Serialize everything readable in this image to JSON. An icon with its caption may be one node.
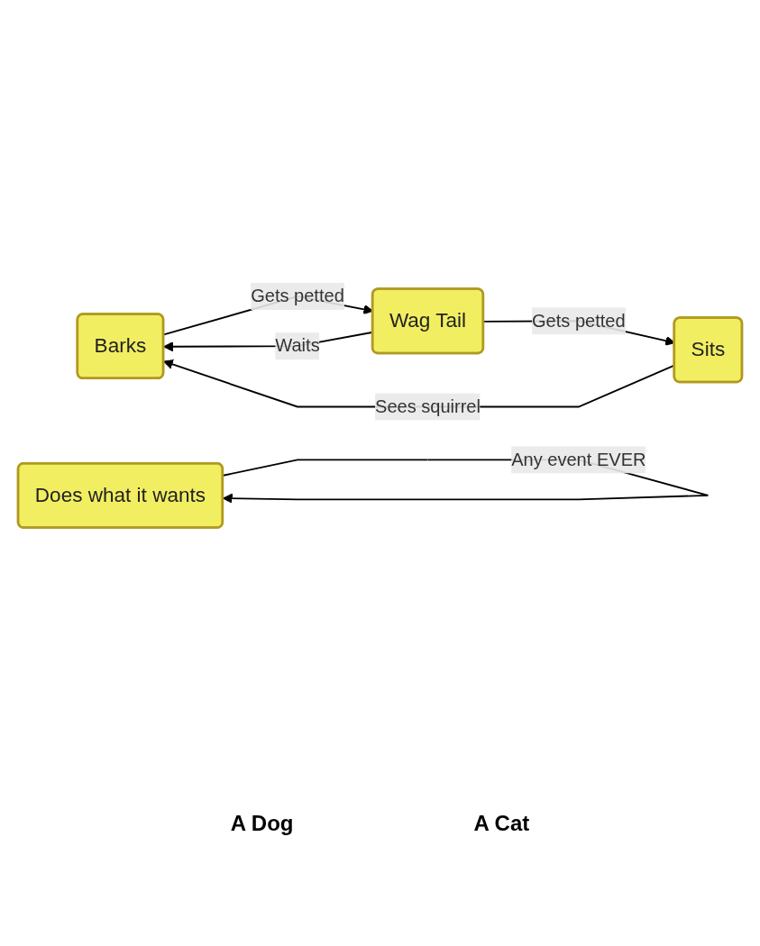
{
  "diagram": {
    "nodes": [
      {
        "text": [
          "Barks"
        ]
      },
      {
        "text": [
          "Wag Tail"
        ]
      },
      {
        "text": [
          "Sits"
        ]
      },
      {
        "text": [
          "Does what it wants"
        ]
      }
    ],
    "edges": [
      {
        "from": 0,
        "to": 1,
        "arrow": "to",
        "label": "Gets petted"
      },
      {
        "from": 1,
        "to": 0,
        "arrow": "to",
        "label": "Waits"
      },
      {
        "from": 1,
        "to": 2,
        "arrow": "to",
        "label": "Gets petted"
      },
      {
        "from": 2,
        "to": 0,
        "arrow": "to",
        "label": "Sees squirrel"
      },
      {
        "from": 3,
        "to": 3,
        "arrow": "to",
        "label": "Any event EVER"
      }
    ],
    "labels": [
      "A Dog",
      "A Cat"
    ]
  }
}
